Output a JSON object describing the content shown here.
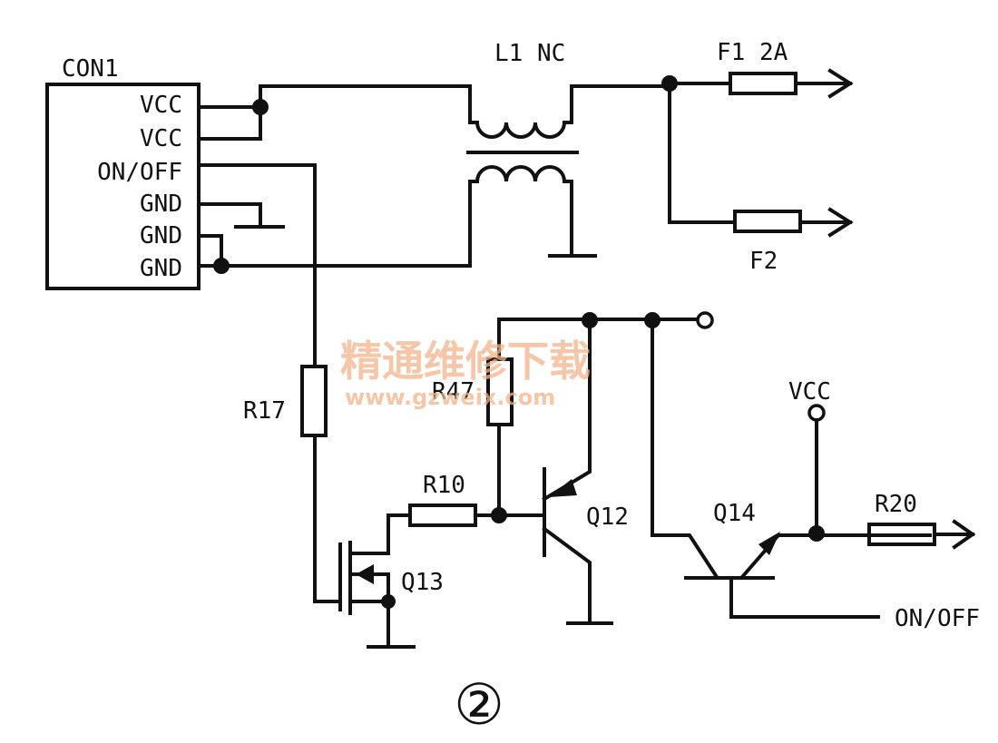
{
  "connector": {
    "ref": "CON1",
    "pins": [
      "VCC",
      "VCC",
      "ON/OFF",
      "GND",
      "GND",
      "GND"
    ]
  },
  "components": {
    "l1": "L1  NC",
    "f1": "F1  2A",
    "f2": "F2",
    "r17": "R17",
    "r47": "R47",
    "r10": "R10",
    "r20": "R20",
    "q12": "Q12",
    "q13": "Q13",
    "q14": "Q14"
  },
  "nets": {
    "vcc": "VCC",
    "on_off": "ON/OFF"
  },
  "figure_number": "②",
  "watermark": {
    "text": "精通维修下载",
    "url": "www.gzweix.com"
  }
}
